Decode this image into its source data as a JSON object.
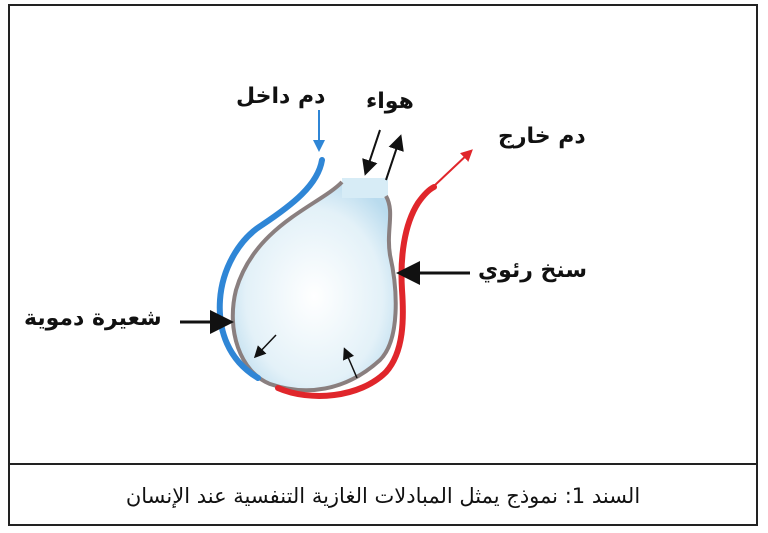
{
  "labels": {
    "blood_in": "دم داخل",
    "air": "هواء",
    "blood_out": "دم خارج",
    "alveolar_wall": "سنخ رئوي",
    "capillary": "شعيرة دموية"
  },
  "caption": "السند 1: نموذج يمثل المبادلات الغازية التنفسية عند الإنسان",
  "colors": {
    "blood_in": "#2f86d6",
    "blood_out": "#e0262b",
    "wall": "#8a7f7f",
    "alveolus_fill": "#cfe7f3",
    "arrow": "#111111"
  }
}
